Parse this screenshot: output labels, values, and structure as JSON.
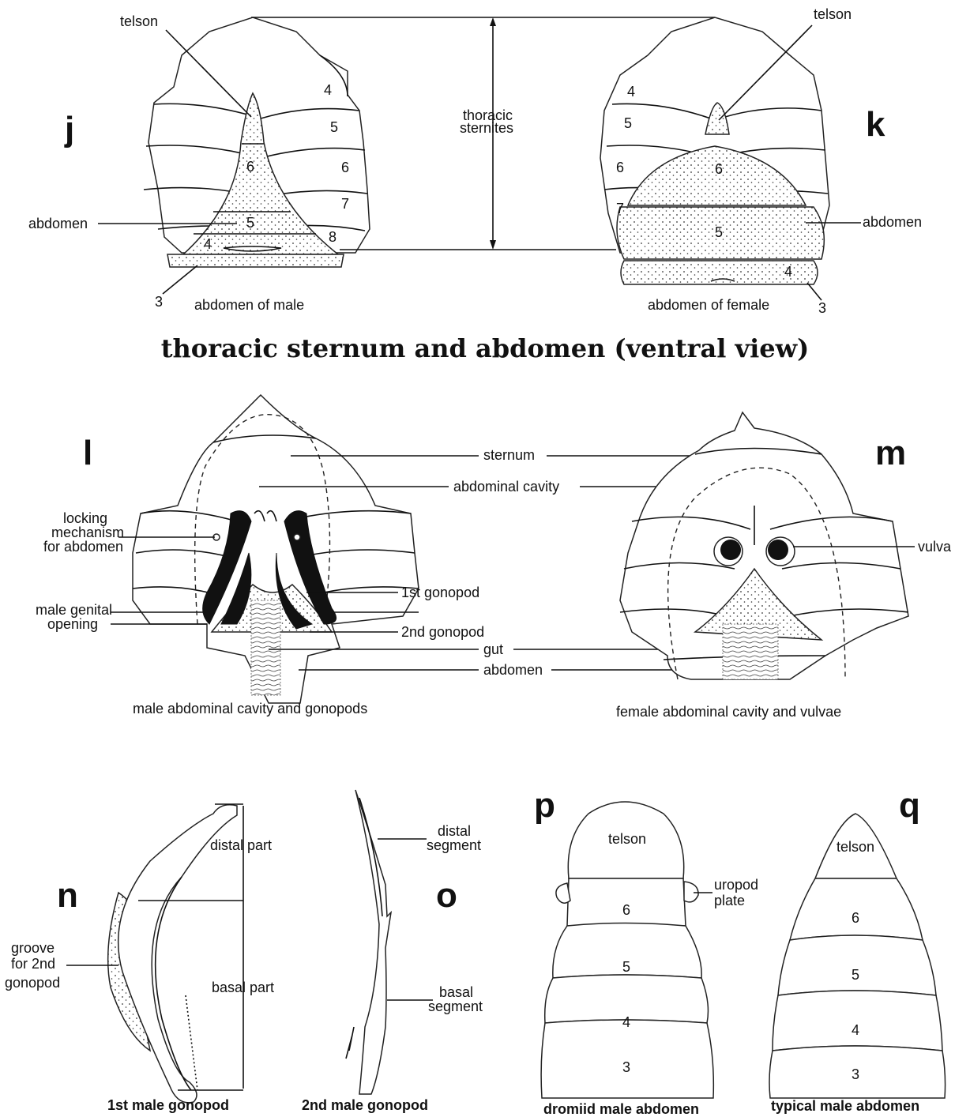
{
  "figure_title": "thoracic sternum and abdomen (ventral view)",
  "panel_letters": {
    "j": "j",
    "k": "k",
    "l": "l",
    "m": "m",
    "n": "n",
    "o": "o",
    "p": "p",
    "q": "q"
  },
  "top": {
    "center_label": [
      "thoracic",
      "sternites"
    ],
    "j": {
      "telson": "telson",
      "abdomen": "abdomen",
      "caption": "abdomen of male",
      "sternite_numbers": [
        "4",
        "5",
        "6",
        "7",
        "8"
      ],
      "segment_numbers": [
        "6",
        "5",
        "4",
        "3"
      ]
    },
    "k": {
      "telson": "telson",
      "abdomen": "abdomen",
      "caption": "abdomen of female",
      "sternite_numbers": [
        "4",
        "5",
        "6",
        "7"
      ],
      "segment_numbers": [
        "6",
        "5",
        "4",
        "3"
      ]
    }
  },
  "middle": {
    "l": {
      "locking": [
        "locking",
        "mechanism",
        "for abdomen"
      ],
      "genital": [
        "male genital",
        "opening"
      ],
      "caption": "male abdominal cavity and gonopods"
    },
    "shared": {
      "sternum": "sternum",
      "abdominal_cavity": "abdominal cavity",
      "first_gonopod": "1st gonopod",
      "second_gonopod": "2nd gonopod",
      "gut": "gut",
      "abdomen": "abdomen"
    },
    "m": {
      "vulva": "vulva",
      "caption": "female abdominal cavity and vulvae"
    }
  },
  "bottom": {
    "n": {
      "distal": "distal part",
      "basal": "basal part",
      "groove": [
        "groove",
        "for 2nd",
        "gonopod"
      ],
      "caption": "1st male gonopod"
    },
    "o": {
      "distal": [
        "distal",
        "segment"
      ],
      "basal": [
        "basal",
        "segment"
      ],
      "caption": "2nd male gonopod"
    },
    "p": {
      "telson": "telson",
      "uropod": [
        "uropod",
        "plate"
      ],
      "segments": [
        "6",
        "5",
        "4",
        "3"
      ],
      "caption": "dromiid male abdomen"
    },
    "q": {
      "telson": "telson",
      "segments": [
        "6",
        "5",
        "4",
        "3"
      ],
      "caption": "typical male abdomen"
    }
  }
}
